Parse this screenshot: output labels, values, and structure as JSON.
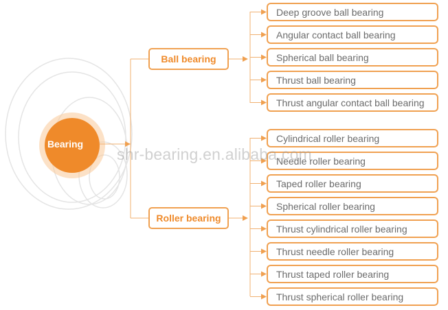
{
  "root": {
    "label": "Bearing"
  },
  "watermark": "shr-bearing.en.alibaba.com",
  "colors": {
    "accent": "#f0a050",
    "root_fill": "#ef8a2a",
    "root_halo": "#f9c998",
    "text": "#6b6b6b"
  },
  "categories": [
    {
      "label": "Ball bearing",
      "items": [
        "Deep groove ball bearing",
        "Angular contact ball bearing",
        "Spherical ball bearing",
        "Thrust ball bearing",
        "Thrust angular contact ball bearing"
      ]
    },
    {
      "label": "Roller bearing",
      "items": [
        "Cylindrical roller bearing",
        "Needle roller bearing",
        "Taped roller bearing",
        "Spherical roller bearing",
        "Thrust cylindrical roller bearing",
        "Thrust needle roller bearing",
        "Thrust taped roller bearing",
        "Thrust spherical roller bearing"
      ]
    }
  ]
}
